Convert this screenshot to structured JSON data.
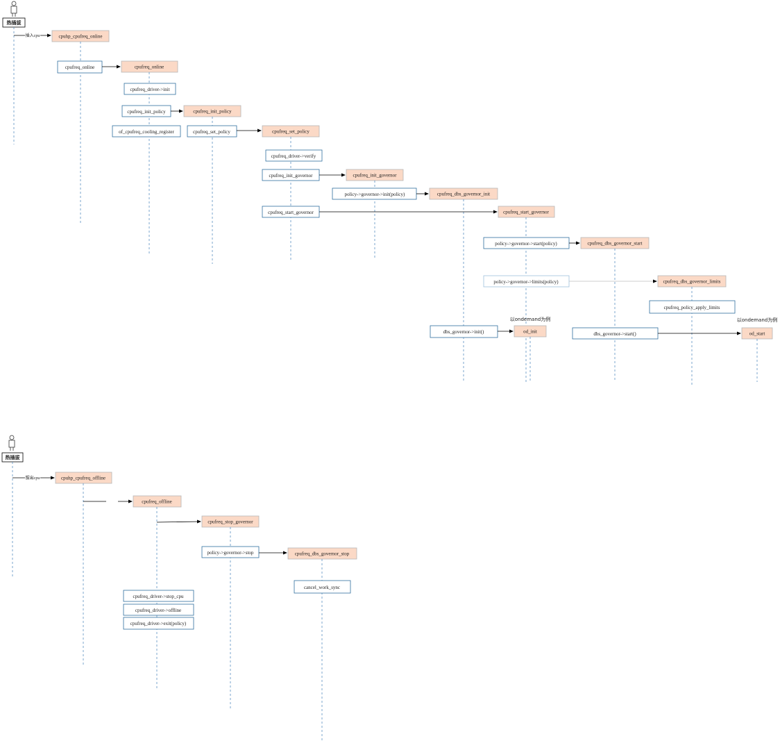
{
  "nodes": {
    "actor1": "热插拔",
    "cpuhp_online": "cpuhp_cpufreq_online",
    "cpufreq_online_call": "cpufreq_online",
    "cpufreq_online": "cpufreq_online",
    "driver_init": "cpufreq_driver->init",
    "init_policy_call": "cpufreq_init_policy",
    "init_policy": "cpufreq_init_policy",
    "cooling_register": "of_cpufreq_cooling_register",
    "set_policy_call": "cpufreq_set_policy",
    "set_policy": "cpufreq_set_policy",
    "driver_verify": "cpufreq_driver->verify",
    "init_governor_call": "cpufreq_init_governor",
    "init_governor": "cpufreq_init_governor",
    "gov_init_call": "policy->governor->init(policy)",
    "dbs_gov_init": "cpufreq_dbs_governor_init",
    "start_governor_call": "cpufreq_start_governor",
    "start_governor": "cpufreq_start_governor",
    "gov_start_call": "policy->governor->start(policy)",
    "dbs_gov_start": "cpufreq_dbs_governor_start",
    "gov_limits_call": "policy->governor->limits(policy)",
    "dbs_gov_limits": "cpufreq_dbs_governor_limits",
    "apply_limits": "cpufreq_policy_apply_limits",
    "dbs_init_call": "dbs_governor->init()",
    "od_init": "od_init",
    "dbs_start_call": "dbs_governor->start()",
    "od_start": "od_start",
    "actor2": "热插拔",
    "cpuhp_offline": "cpuhp_cpufreq_offline",
    "cpufreq_offline": "cpufreq_offline",
    "stop_governor": "cpufreq_stop_governor",
    "gov_stop_call": "policy->governor->stop",
    "dbs_gov_stop": "cpufreq_dbs_governor_stop",
    "cancel_work": "cancel_work_sync",
    "driver_stop_cpu": "cpufreq_driver->stop_cpu",
    "driver_offline": "cpufreq_driver->offline",
    "driver_exit": "cpufreq_driver->exit(policy)"
  },
  "notes": {
    "ondemand_1": "以ondemand为例",
    "ondemand_2": "以ondemand为例"
  },
  "messages": {
    "online_trigger": "插入cpu",
    "offline_trigger": "拔出cpu"
  },
  "colors": {
    "function_box_fill": "#fbd9c6",
    "call_box_border": "#2f6f9f",
    "lifeline": "#5a8fc0"
  }
}
